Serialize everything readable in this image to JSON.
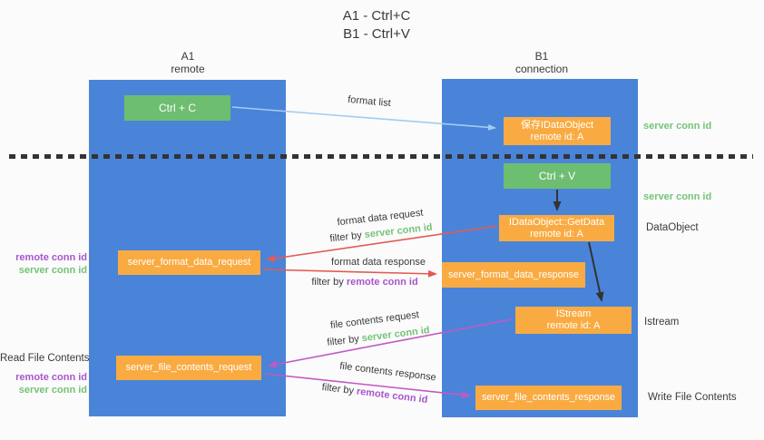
{
  "title": {
    "line1": "A1 - Ctrl+C",
    "line2": "B1 - Ctrl+V"
  },
  "columns": {
    "left": {
      "name": "A1",
      "role": "remote"
    },
    "right": {
      "name": "B1",
      "role": "connection"
    }
  },
  "nodes": {
    "ctrl_c": {
      "label": "Ctrl + C"
    },
    "ctrl_v": {
      "label": "Ctrl + V"
    },
    "save_dataobject": {
      "line1": "保存IDataObject",
      "line2": "remote id: A"
    },
    "getdata": {
      "line1": "IDataObject::GetData",
      "line2": "remote id: A"
    },
    "istream": {
      "line1": "IStream",
      "line2": "remote id: A"
    },
    "format_request": {
      "label": "server_format_data_request"
    },
    "format_response": {
      "label": "server_format_data_response"
    },
    "file_request": {
      "label": "server_file_contents_request"
    },
    "file_response": {
      "label": "server_file_contents_response"
    }
  },
  "edges": {
    "format_list": {
      "label": "format list"
    },
    "format_data_request": {
      "label": "format data request",
      "filter_prefix": "filter by",
      "filter_key": "server conn id"
    },
    "format_data_response": {
      "label": "format data response",
      "filter_prefix": "filter by",
      "filter_key": "remote conn id"
    },
    "file_contents_request": {
      "label": "file contents request",
      "filter_prefix": "filter by",
      "filter_key": "server conn id"
    },
    "file_contents_response": {
      "label": "file contents response",
      "filter_prefix": "filter by",
      "filter_key": "remote conn id"
    }
  },
  "annotations": {
    "right": [
      {
        "text": "server conn id"
      },
      {
        "text": "server conn id"
      },
      {
        "text": "DataObject"
      },
      {
        "text": "Istream"
      },
      {
        "text": "Write File Contents"
      }
    ],
    "left": [
      {
        "text": "remote conn id"
      },
      {
        "text": "server conn id"
      },
      {
        "text": "Read File Contents"
      },
      {
        "text": "remote conn id"
      },
      {
        "text": "server conn id"
      }
    ]
  },
  "colors": {
    "column_blue": "#4a84d8",
    "node_green": "#6ebe71",
    "node_orange": "#f9ab42",
    "green_text": "#74c377",
    "purple_text": "#a855cc",
    "red_arrow": "#e25b54",
    "magenta_arrow": "#c258c4",
    "blue_arrow": "#a3ccee",
    "black_arrow": "#333333"
  }
}
